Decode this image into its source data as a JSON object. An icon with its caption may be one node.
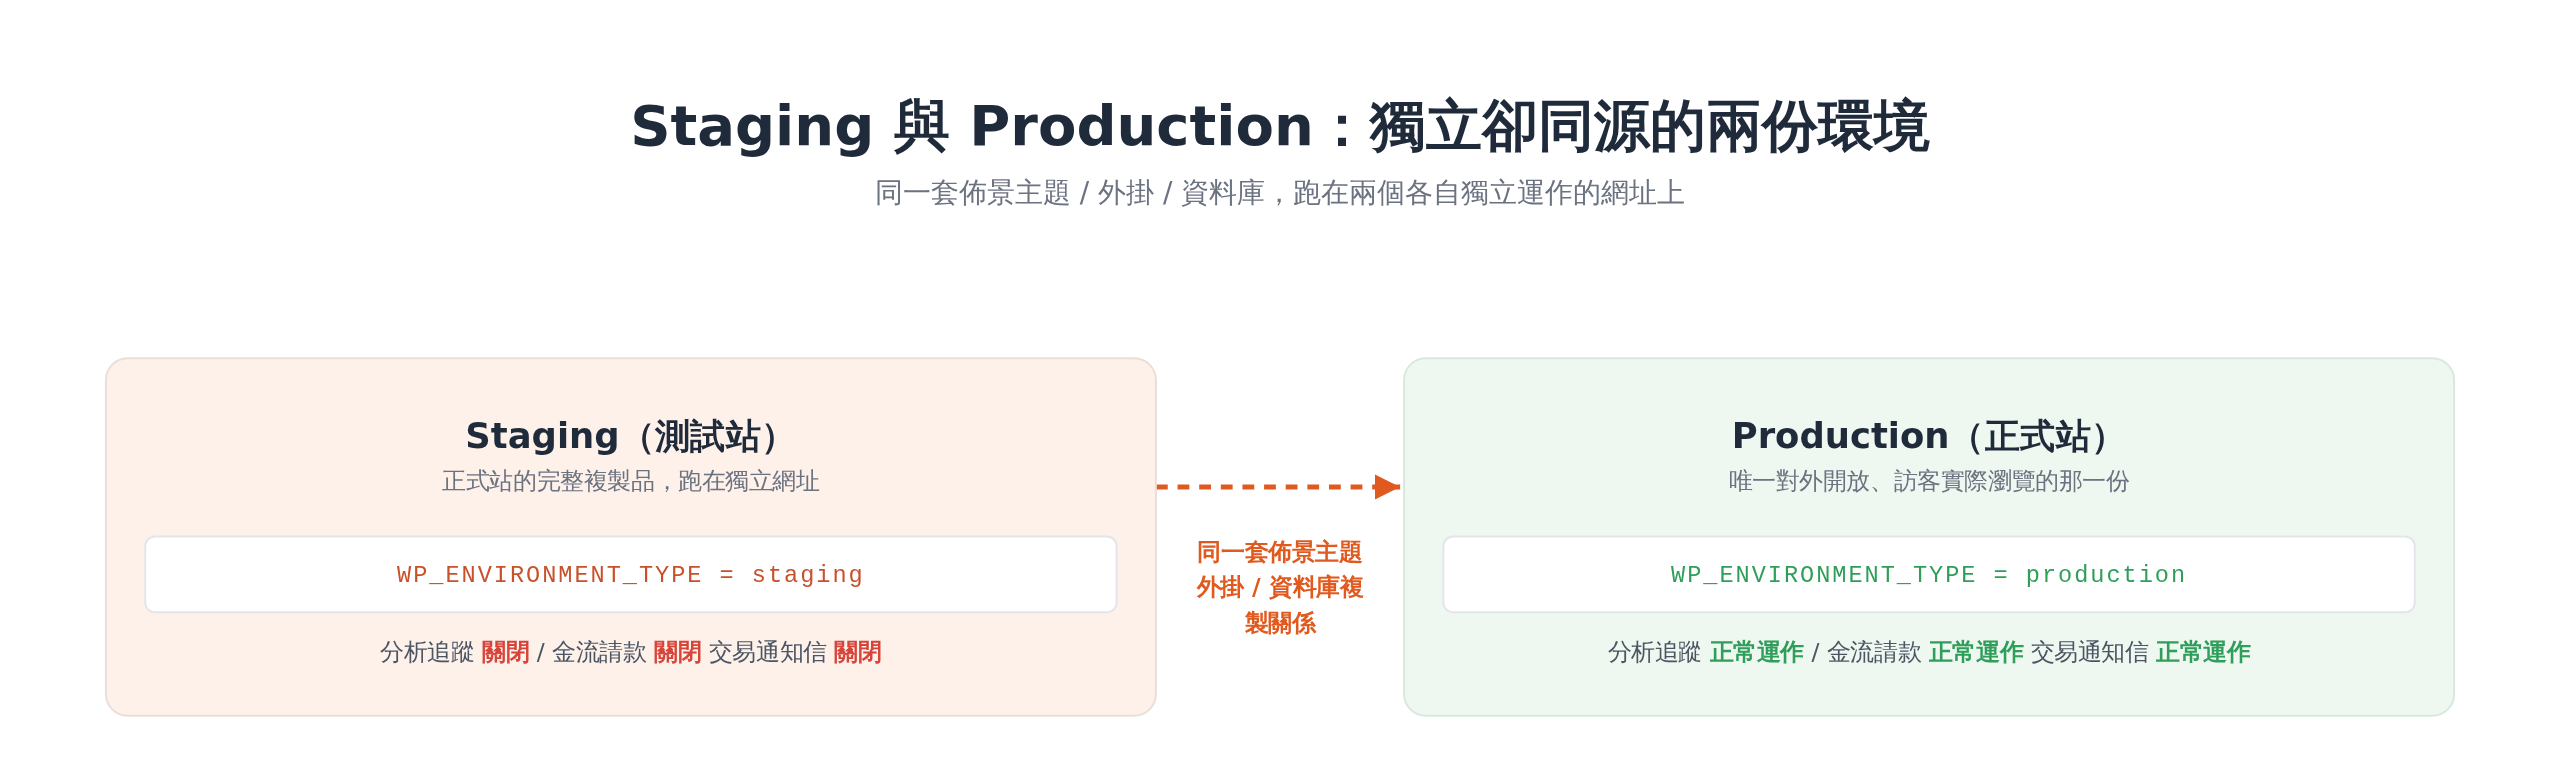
{
  "diagram": {
    "title": "Staging 與 Production：獨立卻同源的兩份環境",
    "nodes": [
      {
        "text": [
          "Staging（測試站）",
          "正式站的完整複製品，跑在獨立網址",
          "分析追蹤 **關閉** / 金流請款 **關閉** 交易通知信 **關閉**"
        ]
      },
      {
        "text": [
          "WP_ENVIRONMENT_TYPE = staging"
        ],
        "in": 0
      },
      {
        "text": [
          "Production（正式站）",
          "唯一對外開放、訪客實際瀏覽的那一份",
          "分析追蹤 **正常運作** / 金流請款 **正常運作** 交易通知信 **正常運作**"
        ]
      },
      {
        "text": [
          "WP_ENVIRONMENT_TYPE = production"
        ],
        "in": 2
      }
    ],
    "edges": [
      {
        "from": 0,
        "to": 2,
        "arrow": "to",
        "label": "同一套佈景主題外掛 / 資料庫複製關係",
        "style": "dashed",
        "color": "#e05a1f"
      }
    ],
    "labels": [
      "同一套佈景主題 / 外掛 / 資料庫，跑在兩個各自獨立運作的網址上"
    ]
  }
}
